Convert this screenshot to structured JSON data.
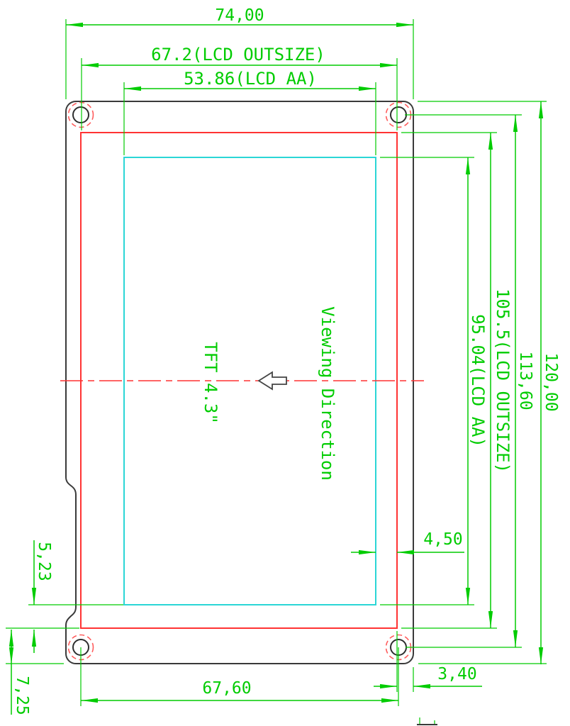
{
  "labels": {
    "overall_width": "74,00",
    "lcd_outsize_width": "67.2(LCD OUTSIZE)",
    "lcd_aa_width": "53.86(LCD AA)",
    "lcd_aa_height": "95.04(LCD AA)",
    "lcd_outsize_height": "105.5(LCD OUTSIZE)",
    "hole_pitch_height": "113,60",
    "overall_height": "120,00",
    "aa_offset_bottom": "5,23",
    "bottom_margin": "7,25",
    "hole_pitch_width": "67,60",
    "aa_offset_right": "4,50",
    "right_margin": "3,40",
    "display_name": "TFT 4.3\"",
    "viewing_direction": "Viewing Direction"
  },
  "colors": {
    "dimension_green": "#00cc00",
    "lcd_outline_red": "#ff3333",
    "active_area_cyan": "#2bd6d6",
    "module_outline_gray": "#3a3a3a",
    "centerline_red": "#ff3030",
    "hole_circle_red": "#ff5c5c"
  }
}
